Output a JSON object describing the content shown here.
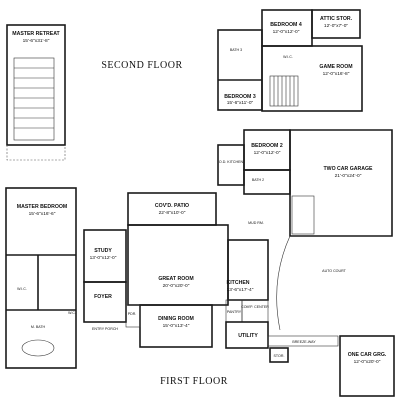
{
  "floors": {
    "second": "SECOND FLOOR",
    "first": "FIRST FLOOR"
  },
  "rooms": {
    "master_retreat": {
      "name": "MASTER RETREAT",
      "dims": "15'-6\"x31'-8\""
    },
    "bedroom4": {
      "name": "BEDROOM 4",
      "dims": "12'-0\"x12'-0\""
    },
    "attic": {
      "name": "ATTIC STOR.",
      "dims": "12'-0\"x7'-0\""
    },
    "bath3": {
      "name": "BATH 3"
    },
    "bedroom3": {
      "name": "BEDROOM 3",
      "dims": "15'-6\"x11'-0\""
    },
    "game_room": {
      "name": "GAME ROOM",
      "dims": "12'-0\"x16'-8\""
    },
    "wic2": {
      "name": "W.I.C."
    },
    "bedroom2": {
      "name": "BEDROOM 2",
      "dims": "12'-0\"x12'-0\""
    },
    "garage": {
      "name": "TWO CAR GARAGE",
      "dims": "21'-0\"x24'-0\""
    },
    "bath2": {
      "name": "BATH 2"
    },
    "od_kitchen": {
      "name": "O.D. KITCHEN"
    },
    "patio": {
      "name": "COV'D. PATIO",
      "dims": "22'-8\"x10'-0\""
    },
    "master_bedroom": {
      "name": "MASTER BEDROOM",
      "dims": "15'-6\"x16'-6\""
    },
    "study": {
      "name": "STUDY",
      "dims": "13'-0\"x12'-0\""
    },
    "great_room": {
      "name": "GREAT ROOM",
      "dims": "20'-0\"x20'-0\""
    },
    "kitchen": {
      "name": "KITCHEN",
      "dims": "13'-6\"x17'-4\""
    },
    "mud_rm": {
      "name": "MUD RM."
    },
    "auto_court": {
      "name": "AUTO COURT"
    },
    "foyer": {
      "name": "FOYER"
    },
    "pantry": {
      "name": "PANTRY"
    },
    "comp_center": {
      "name": "COM'P. CENTER"
    },
    "wic": {
      "name": "W.I.C."
    },
    "m_bath": {
      "name": "M. BATH"
    },
    "wc": {
      "name": "W.C."
    },
    "pdr": {
      "name": "PDR."
    },
    "dining": {
      "name": "DINING ROOM",
      "dims": "15'-0\"x13'-4\""
    },
    "utility": {
      "name": "UTILITY"
    },
    "entry_porch": {
      "name": "ENTRY PORCH"
    },
    "breezeway": {
      "name": "BREEZE-WAY"
    },
    "stor": {
      "name": "STOR."
    },
    "one_car": {
      "name": "ONE CAR GRG.",
      "dims": "12'-0\"x20'-0\""
    }
  }
}
